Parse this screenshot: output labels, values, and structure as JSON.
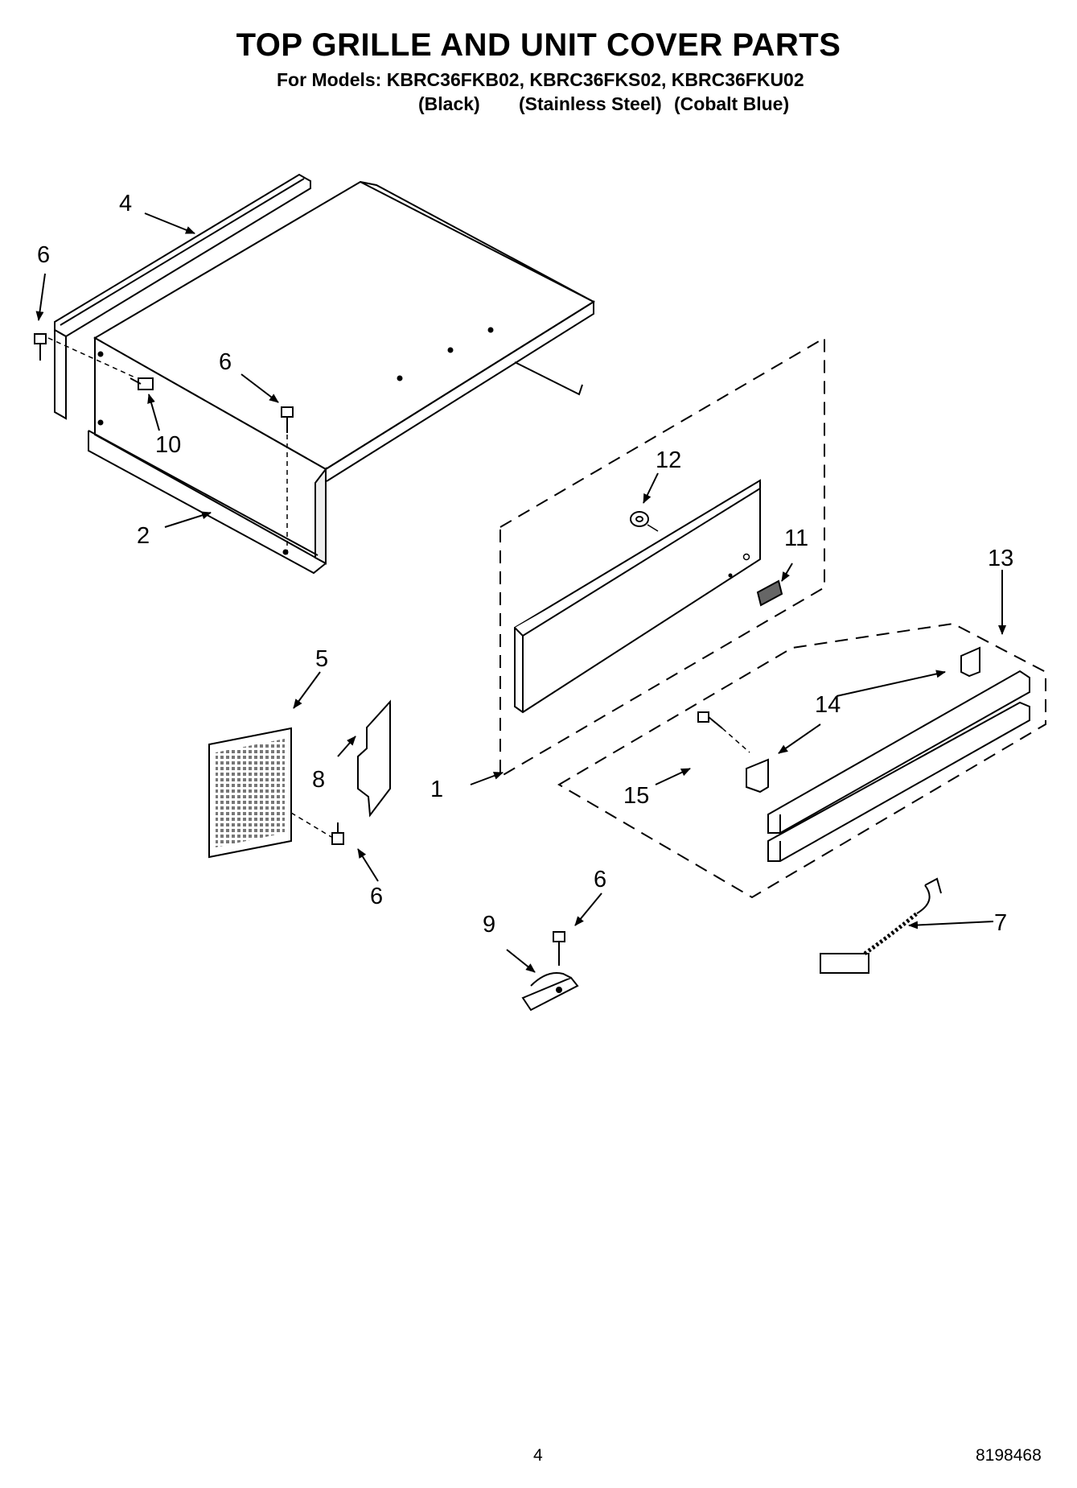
{
  "header": {
    "title": "TOP GRILLE AND UNIT COVER PARTS",
    "models_line": "For Models: KBRC36FKB02, KBRC36FKS02, KBRC36FKU02",
    "variants": [
      "(Black)",
      "(Stainless Steel)",
      "(Cobalt Blue)"
    ]
  },
  "callouts": {
    "c1": "1",
    "c2": "2",
    "c4": "4",
    "c5": "5",
    "c6a": "6",
    "c6b": "6",
    "c6c": "6",
    "c6d": "6",
    "c7": "7",
    "c8": "8",
    "c9": "9",
    "c10": "10",
    "c11": "11",
    "c12": "12",
    "c13": "13",
    "c14": "14",
    "c15": "15"
  },
  "footer": {
    "page_number": "4",
    "document_number": "8198468"
  }
}
